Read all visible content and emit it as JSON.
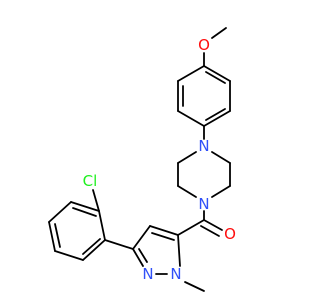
{
  "molecule": {
    "atoms": {
      "oxygen_methoxy": {
        "symbol": "O",
        "color": "#ff0d0d"
      },
      "nitrogen_piperazine_top": {
        "symbol": "N",
        "color": "#3050f8"
      },
      "nitrogen_piperazine_bottom": {
        "symbol": "N",
        "color": "#3050f8"
      },
      "oxygen_carbonyl": {
        "symbol": "O",
        "color": "#ff0d0d"
      },
      "chlorine": {
        "symbol": "Cl",
        "color": "#1ff01f"
      },
      "nitrogen_pyrazole_n2": {
        "symbol": "N",
        "color": "#3050f8"
      },
      "nitrogen_pyrazole_n1": {
        "symbol": "N",
        "color": "#3050f8"
      }
    },
    "bond_color": "#000000"
  }
}
